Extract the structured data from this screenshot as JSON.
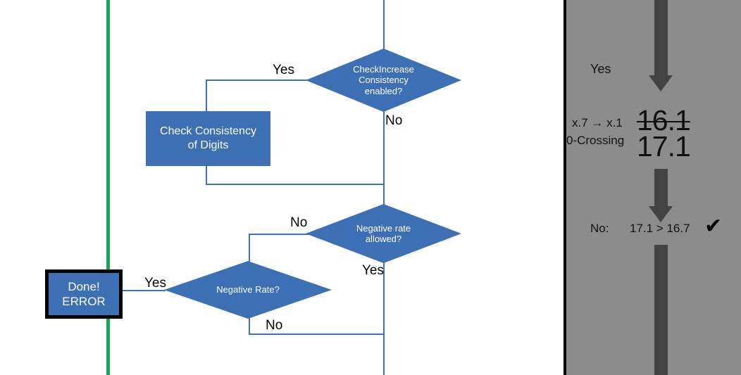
{
  "diagram": {
    "title": "Rate validation flowchart",
    "colors": {
      "node_fill": "#3C6FB4",
      "connector": "#3F73B8",
      "divider_green": "#17A556",
      "panel_gray": "#8C8C8C",
      "arrow_gray": "#434343",
      "node_text": "#FFFFFF"
    },
    "nodes": {
      "check_increase": {
        "line1": "CheckIncrease",
        "line2": "Consistency",
        "line3": "enabled?"
      },
      "check_consistency_box": {
        "line1": "Check Consistency",
        "line2": "of Digits"
      },
      "negative_rate_allowed": {
        "line1": "Negative rate",
        "line2": "allowed?"
      },
      "negative_rate": {
        "line1": "Negative Rate?"
      },
      "done_error": {
        "line1": "Done!",
        "line2": "ERROR"
      }
    },
    "edge_labels": {
      "check_increase_yes": "Yes",
      "check_increase_no": "No",
      "neg_allowed_no": "No",
      "neg_allowed_yes": "Yes",
      "neg_rate_yes": "Yes",
      "neg_rate_no": "No"
    }
  },
  "panel": {
    "yes_label": "Yes",
    "rounding_label": "x.7 → x.1",
    "zero_crossing_label": "0-Crossing",
    "value_struck": "16.1",
    "value_current": "17.1",
    "comparison_prefix": "No:",
    "comparison": "17.1 > 16.7",
    "check_glyph": "✔"
  }
}
